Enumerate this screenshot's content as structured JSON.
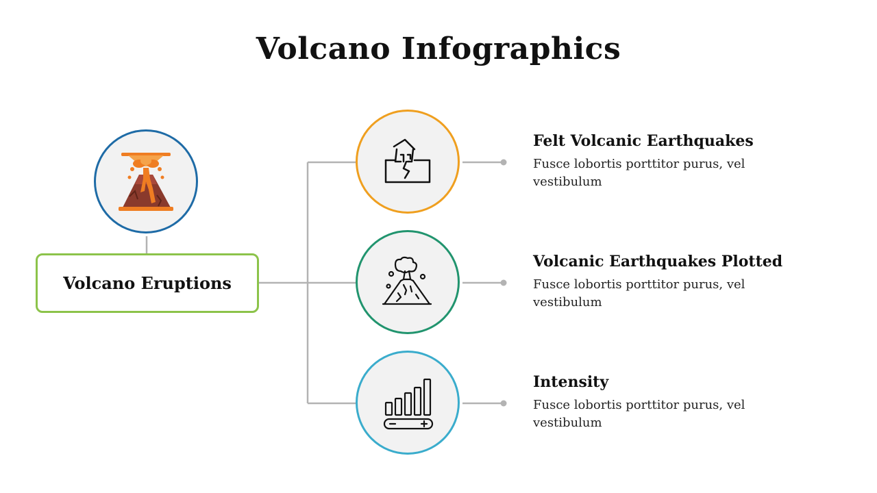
{
  "title": "Volcano Infographics",
  "main": {
    "label": "Volcano Eruptions",
    "icon": "volcano-eruption-icon",
    "circle_color": "#1e6ba6",
    "box_color": "#8cc34a"
  },
  "items": [
    {
      "title": "Felt Volcanic Earthquakes",
      "description": "Fusce lobortis porttitor purus, vel vestibulum",
      "icon": "earthquake-house-icon",
      "color": "#ef9f1f"
    },
    {
      "title": "Volcanic Earthquakes Plotted",
      "description": "Fusce lobortis porttitor purus, vel vestibulum",
      "icon": "volcano-outline-icon",
      "color": "#21946e"
    },
    {
      "title": "Intensity",
      "description": "Fusce lobortis porttitor purus, vel vestibulum",
      "icon": "intensity-meter-icon",
      "color": "#3aaccc"
    }
  ],
  "connector_color": "#b3b3b3"
}
